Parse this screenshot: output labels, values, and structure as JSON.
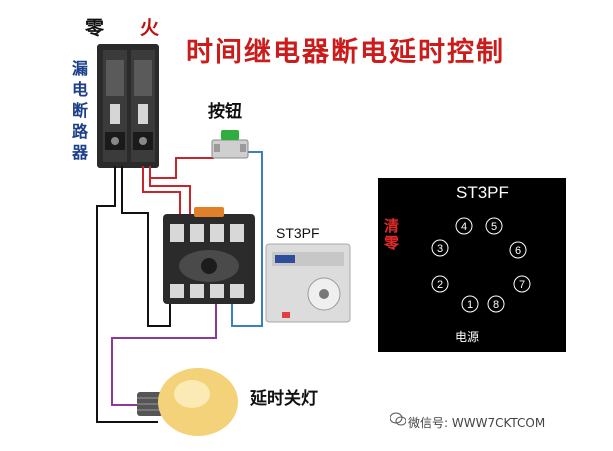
{
  "title": "时间继电器断电延时控制",
  "breaker": {
    "zero_label": "零",
    "fire_label": "火",
    "label_chars": [
      "漏",
      "电",
      "断",
      "路",
      "器"
    ]
  },
  "button_label": "按钮",
  "relay_model": "ST3PF",
  "lamp_label": "延时关灯",
  "pinout": {
    "title": "ST3PF",
    "reset_chars": [
      "清",
      "零"
    ],
    "pins": [
      "1",
      "2",
      "4",
      "5",
      "6",
      "7",
      "8",
      "3"
    ],
    "power_label": "电源"
  },
  "watermark": "微信号: WWW7CKTCOM",
  "colors": {
    "title": "#cc1b1b",
    "wire_red": "#c8242a",
    "wire_black": "#111111",
    "wire_blue": "#3a7fc0",
    "wire_purple": "#8b3a9c",
    "panel_bg": "#000000"
  }
}
